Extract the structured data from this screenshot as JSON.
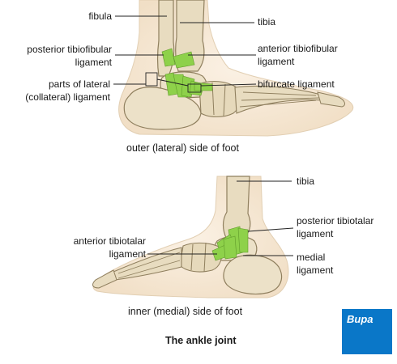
{
  "top_view": {
    "labels": {
      "fibula": "fibula",
      "tibia": "tibia",
      "posterior_tibiofibular": [
        "posterior tibiofibular",
        "ligament"
      ],
      "anterior_tibiofibular": [
        "anterior tibiofibular",
        "ligament"
      ],
      "lateral_collateral": [
        "parts of lateral",
        "(collateral) ligament"
      ],
      "bifurcate": "bifurcate ligament"
    },
    "caption": "outer (lateral) side of foot"
  },
  "bottom_view": {
    "labels": {
      "tibia": "tibia",
      "posterior_tibiotalar": [
        "posterior tibiotalar",
        "ligament"
      ],
      "anterior_tibiotalar": [
        "anterior tibiotalar",
        "ligament"
      ],
      "medial": [
        "medial",
        "ligament"
      ]
    },
    "caption": "inner (medial) side of foot"
  },
  "title": "The ankle joint",
  "logo": {
    "text": "Bupa",
    "icon": "heartbeat-line-icon",
    "color": "#0a77c8"
  },
  "colors": {
    "skin": "#f4e6d2",
    "bone": "#e8dcc0",
    "bone_outline": "#8f7f5e",
    "ligament": "#8ed14a",
    "leader_line": "#222222"
  }
}
